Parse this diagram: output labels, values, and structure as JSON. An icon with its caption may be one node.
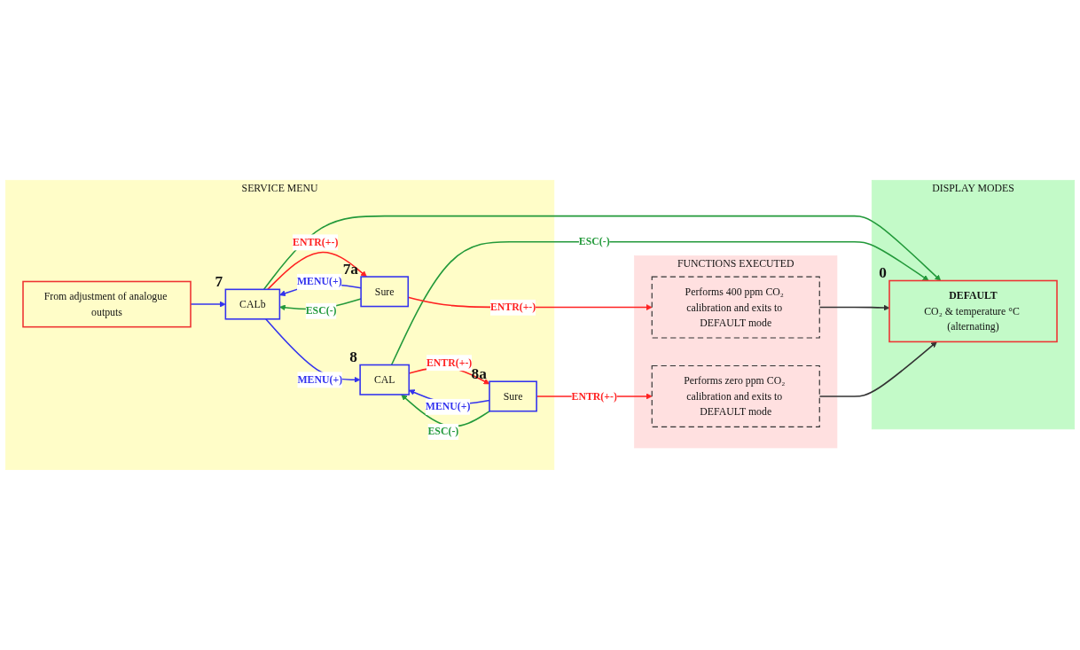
{
  "diagram": {
    "nodes": [
      {
        "text": [
          "DISPLAY MODES"
        ]
      },
      {
        "text": [
          "SERVICE MENU"
        ]
      },
      {
        "text": [
          "FUNCTIONS EXECUTED"
        ]
      },
      {
        "text": [
          "DEFAULT",
          "CO₂ & temperature °C (alternating)"
        ],
        "in": 0,
        "beside": [
          "0"
        ]
      },
      {
        "text": [
          "From adjustment of analogue outputs"
        ],
        "in": 1
      },
      {
        "text": [
          "CALb"
        ],
        "in": 1,
        "beside": [
          "7"
        ]
      },
      {
        "text": [
          "Sure"
        ],
        "in": 1,
        "beside": [
          "7a"
        ]
      },
      {
        "text": [
          "CAL"
        ],
        "in": 1,
        "beside": [
          "8"
        ]
      },
      {
        "text": [
          "Sure"
        ],
        "in": 1,
        "beside": [
          "8a"
        ]
      },
      {
        "text": [
          "Performs 400 ppm CO₂ calibration and exits to DEFAULT mode"
        ],
        "in": 2
      },
      {
        "text": [
          "Performs zero ppm CO₂ calibration and exits to DEFAULT mode"
        ],
        "in": 2
      }
    ],
    "edges": [
      {
        "from": 4,
        "to": 5,
        "arrow": "to",
        "color": "#3333ee"
      },
      {
        "from": 5,
        "to": 6,
        "arrow": "to",
        "label": "ENTR(+-)",
        "color": "#ff2222"
      },
      {
        "from": 6,
        "to": 5,
        "arrow": "to",
        "label": "MENU(+)",
        "color": "#3333ee"
      },
      {
        "from": 6,
        "to": 5,
        "arrow": "to",
        "label": "ESC(-)",
        "color": "#22993a"
      },
      {
        "from": 5,
        "to": 3,
        "arrow": "to",
        "color": "#22993a"
      },
      {
        "from": 7,
        "to": 3,
        "arrow": "to",
        "label": "ESC(-)",
        "color": "#22993a"
      },
      {
        "from": 5,
        "to": 7,
        "arrow": "to",
        "label": "MENU(+)",
        "color": "#3333ee"
      },
      {
        "from": 7,
        "to": 8,
        "arrow": "to",
        "label": "ENTR(+-)",
        "color": "#ff2222"
      },
      {
        "from": 8,
        "to": 7,
        "arrow": "to",
        "label": "MENU(+)",
        "color": "#3333ee"
      },
      {
        "from": 8,
        "to": 7,
        "arrow": "to",
        "label": "ESC(-)",
        "color": "#22993a"
      },
      {
        "from": 6,
        "to": 9,
        "arrow": "to",
        "label": "ENTR(+-)",
        "color": "#ff2222"
      },
      {
        "from": 8,
        "to": 10,
        "arrow": "to",
        "label": "ENTR(+-)",
        "color": "#ff2222"
      },
      {
        "from": 9,
        "to": 3,
        "arrow": "to",
        "color": "#333333"
      },
      {
        "from": 10,
        "to": 3,
        "arrow": "to",
        "color": "#333333"
      }
    ]
  }
}
